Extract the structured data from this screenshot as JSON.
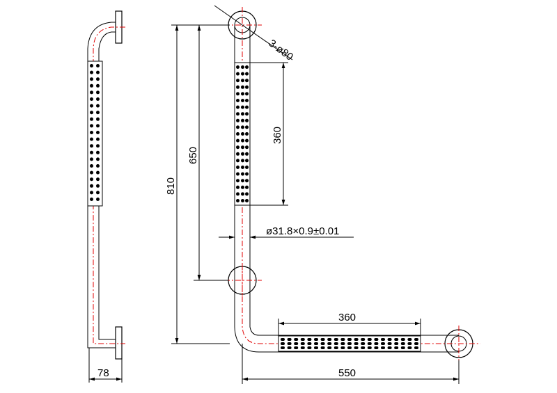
{
  "drawing": {
    "dimensions": {
      "side_offset": "78",
      "total_height": "810",
      "flange_spacing": "650",
      "vertical_grip": "360",
      "holes": "3-ø80",
      "tube_spec": "ø31.8×0.9±0.01",
      "horizontal_grip": "360",
      "total_length": "550"
    },
    "colors": {
      "outline": "#000000",
      "centerline": "#e00000",
      "background": "#ffffff"
    }
  }
}
